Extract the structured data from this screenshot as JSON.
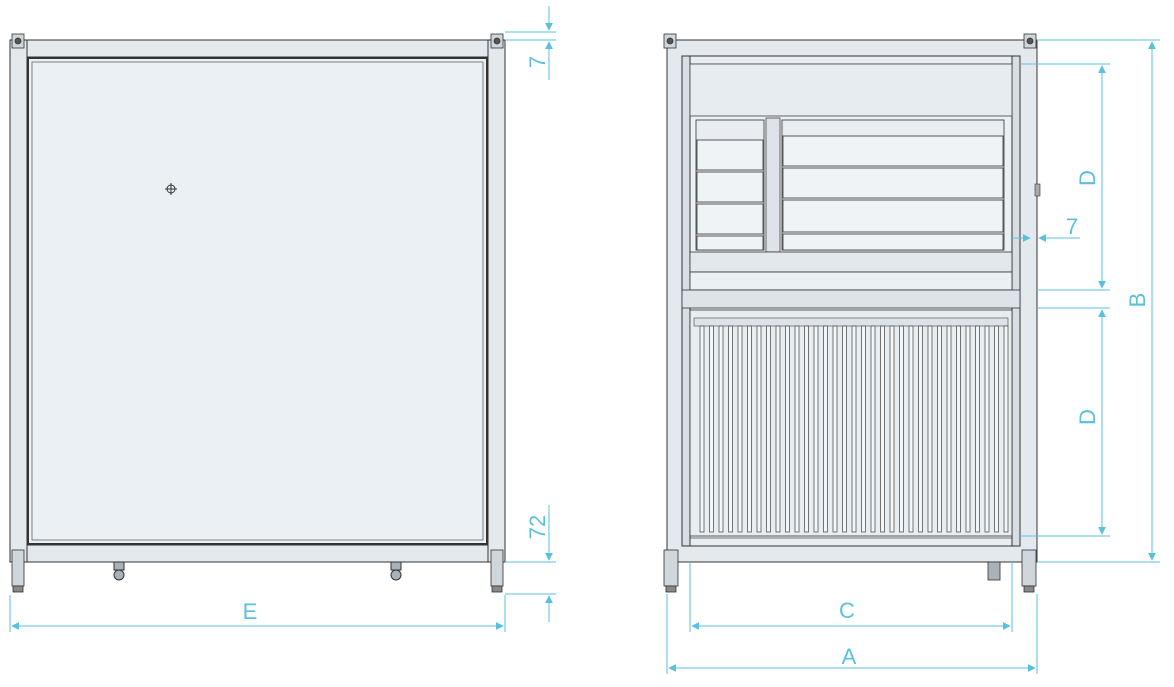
{
  "front_view": {
    "dimensions": {
      "width": "E",
      "top_offset": "7",
      "bottom_height": "72"
    }
  },
  "side_view": {
    "dimensions": {
      "overall_width": "A",
      "inner_width": "C",
      "overall_height": "B",
      "upper_section": "D",
      "lower_section": "D",
      "side_offset": "7"
    }
  },
  "colors": {
    "dimension_line": "#5bc0de",
    "outline": "#333333",
    "panel": "#eaf0f4",
    "frame": "#dde3e8"
  }
}
